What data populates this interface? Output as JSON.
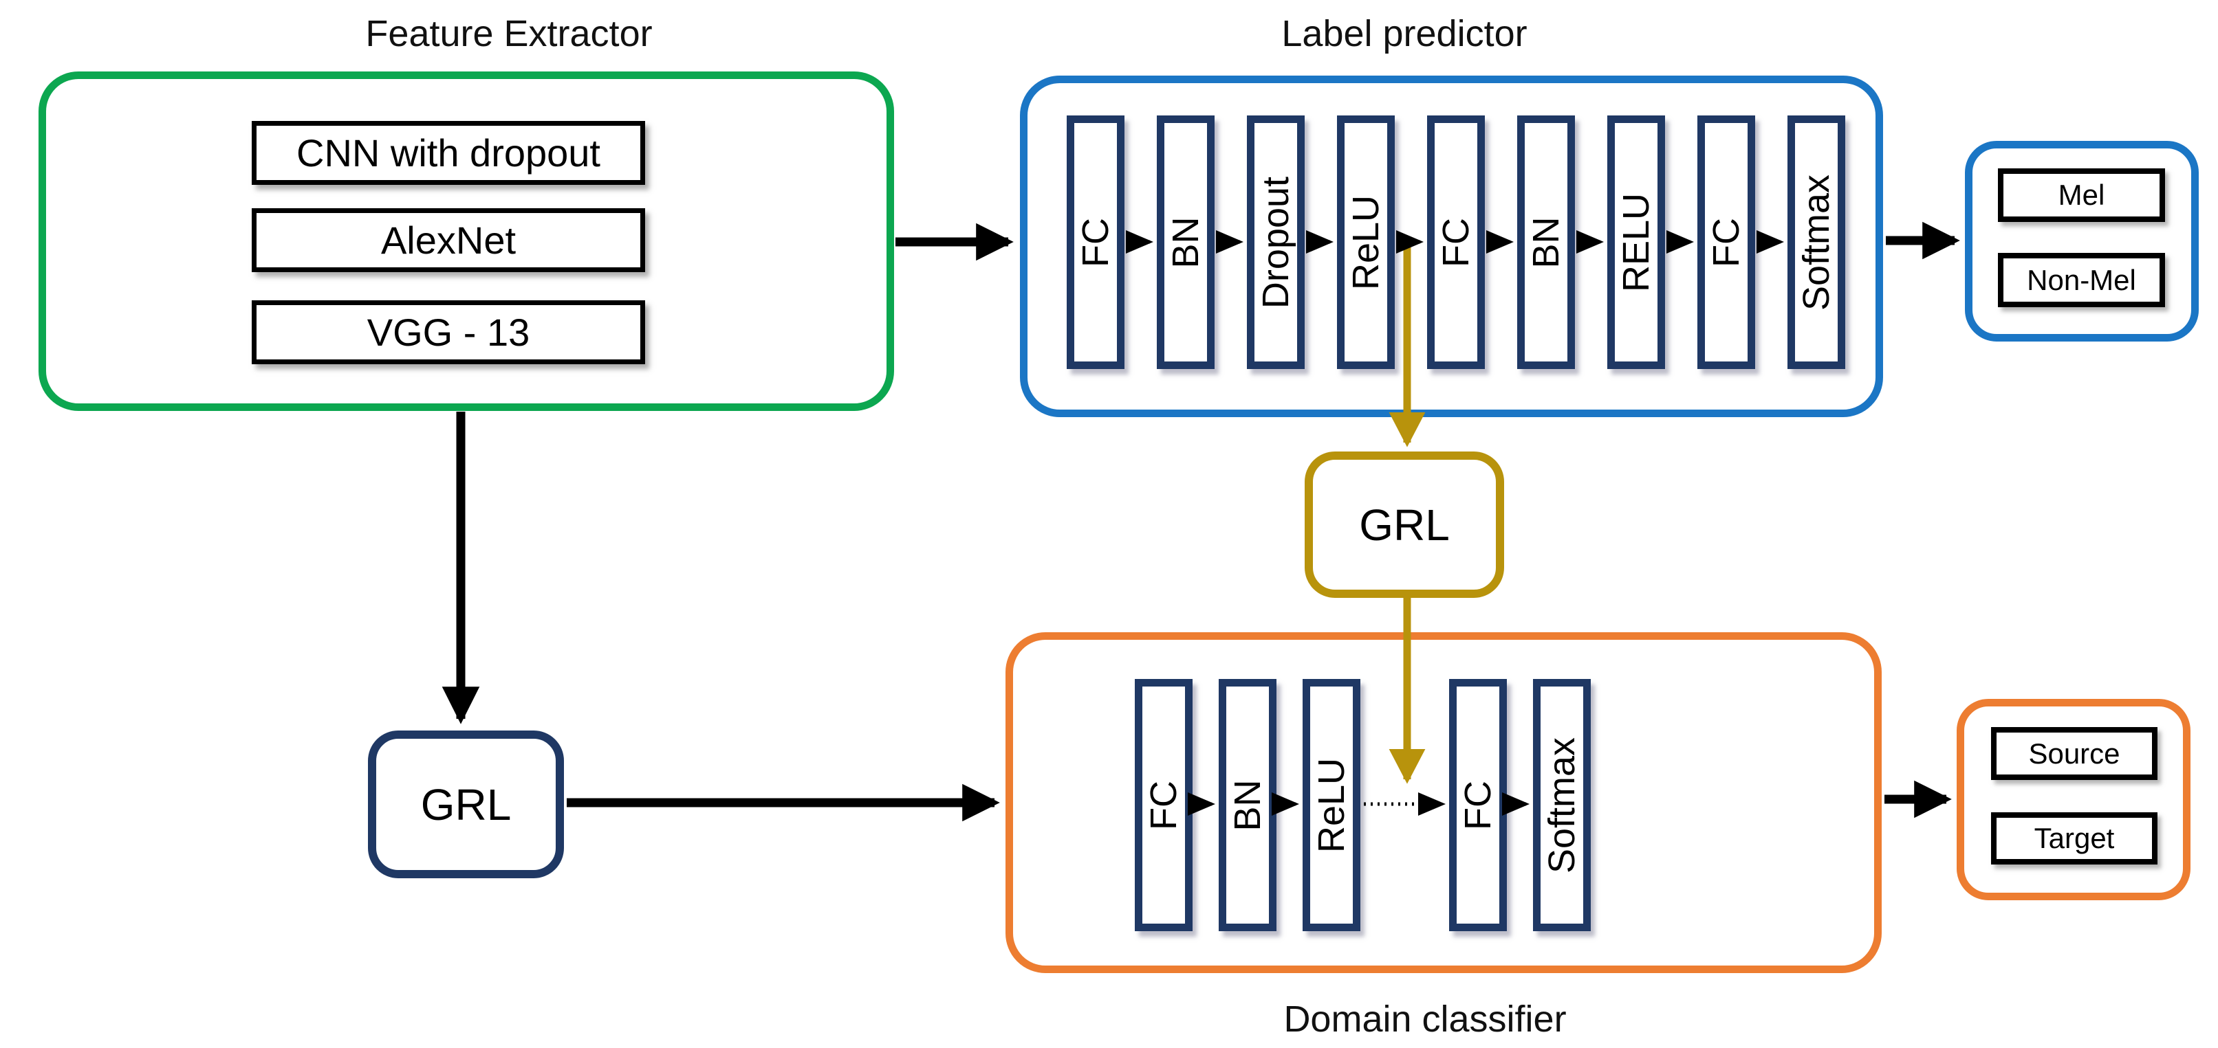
{
  "colors": {
    "green": "#0ca750",
    "blue": "#1b76c5",
    "orange": "#ed7d31",
    "gold": "#b8930c",
    "navy": "#1f3864",
    "ink": "#000000"
  },
  "feature_extractor": {
    "title": "Feature Extractor",
    "models": [
      "CNN with dropout",
      "AlexNet",
      "VGG - 13"
    ]
  },
  "label_predictor": {
    "title": "Label predictor",
    "layers": [
      "FC",
      "BN",
      "Dropout",
      "ReLU",
      "FC",
      "BN",
      "RELU",
      "FC",
      "Softmax"
    ]
  },
  "domain_classifier": {
    "title": "Domain classifier",
    "layers": [
      "FC",
      "BN",
      "ReLU",
      "FC",
      "Softmax"
    ]
  },
  "label_outputs": {
    "items": [
      "Mel",
      "Non-Mel"
    ]
  },
  "domain_outputs": {
    "items": [
      "Source",
      "Target"
    ]
  },
  "grl_top": {
    "label": "GRL"
  },
  "grl_left": {
    "label": "GRL"
  }
}
